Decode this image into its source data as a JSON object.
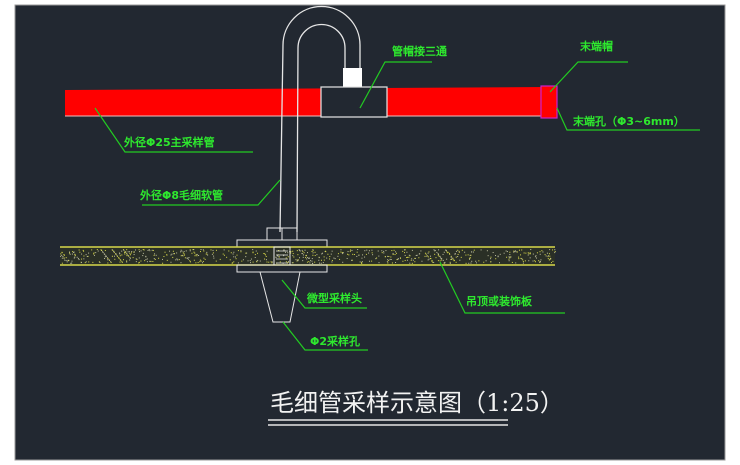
{
  "drawing": {
    "title": "毛细管采样示意图（1:25）",
    "labels": {
      "tee": "管帽接三通",
      "end_cap": "末端帽",
      "end_hole": "末端孔（Φ3~6mm）",
      "main_pipe": "外径Φ25主采样管",
      "capillary": "外径Φ8毛细软管",
      "sampling_head": "微型采样头",
      "sampling_hole": "Φ2采样孔",
      "ceiling": "吊顶或装饰板"
    },
    "colors": {
      "background": "#222831",
      "pipe": "#ff0000",
      "leader": "#22cc22",
      "outline": "#e6e6e6",
      "board_edge": "#d8d84a",
      "end_cap_border": "#cc22cc"
    }
  }
}
